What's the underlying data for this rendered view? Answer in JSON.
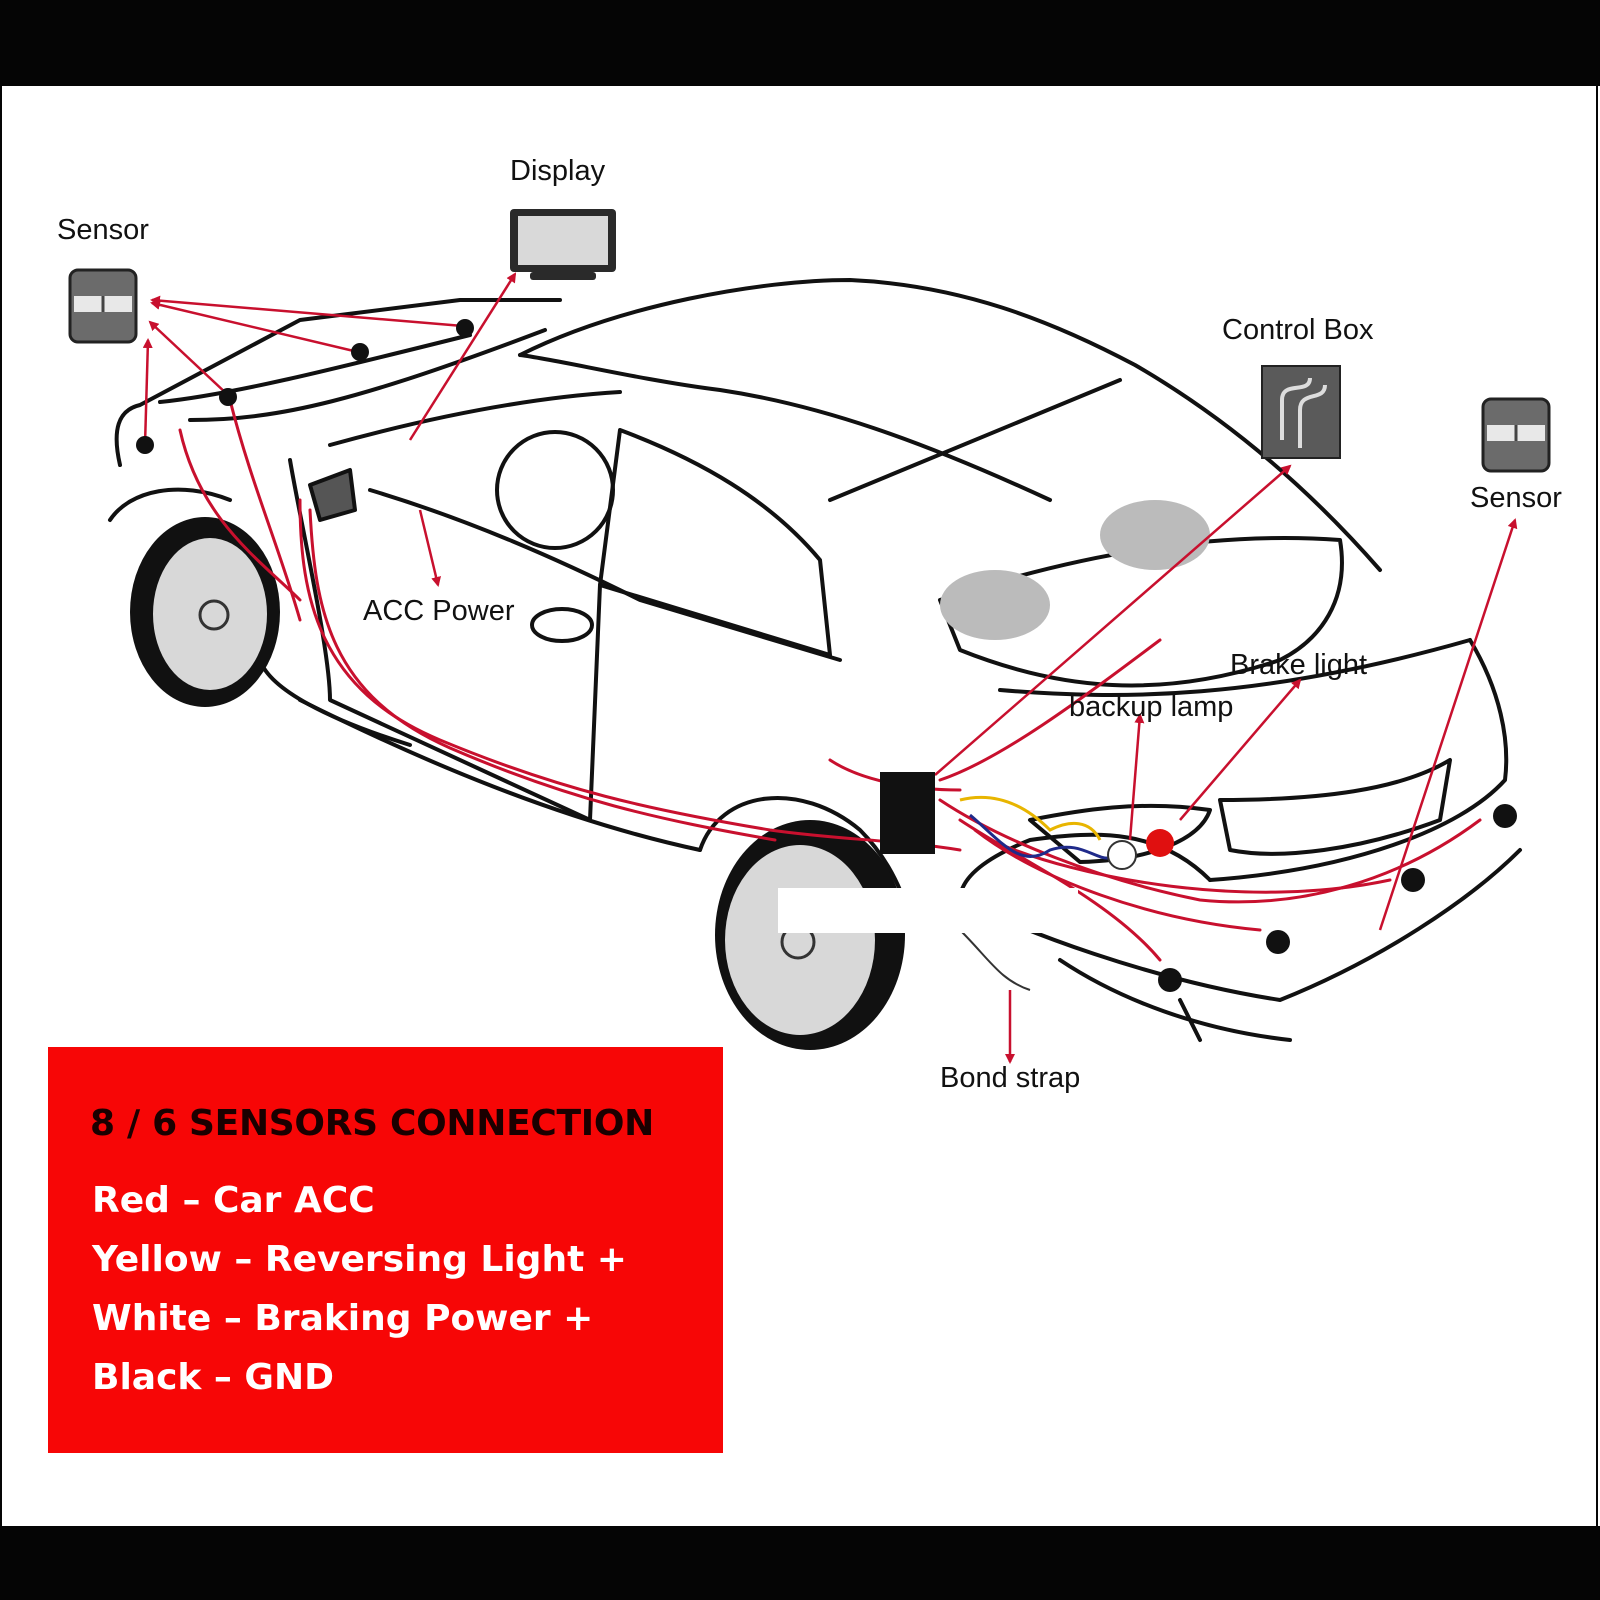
{
  "labels": {
    "display": "Display",
    "sensor_left": "Sensor",
    "control_box": "Control Box",
    "sensor_right": "Sensor",
    "acc_power": "ACC Power",
    "brake_light": "Brake light",
    "backup_lamp": "backup lamp",
    "bond_strap": "Bond strap"
  },
  "legend": {
    "title": "8 / 6 SENSORS CONNECTION",
    "items": [
      "Red –  Car ACC",
      "Yellow – Reversing Light +",
      "White – Braking Power +",
      "Black – GND"
    ]
  },
  "colors": {
    "wire": "#c8102e",
    "legend_bg": "#f70606",
    "frame": "#050505"
  }
}
